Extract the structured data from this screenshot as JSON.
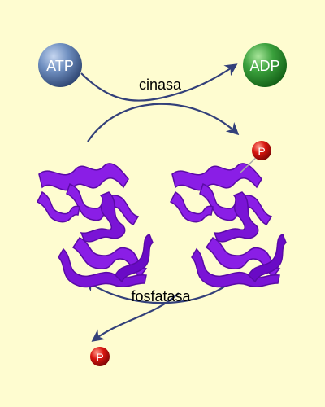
{
  "diagram": {
    "nodes": {
      "atp": "ATP",
      "adp": "ADP",
      "phosphate_attached": "P",
      "phosphate_released": "P"
    },
    "labels": {
      "kinase": "cinasa",
      "phosphatase": "fosfatasa"
    }
  },
  "colors": {
    "background": "#fefcd0",
    "arrow": "#33407a",
    "protein": "#8a1ee6",
    "protein_shade": "#5a0aa6",
    "atp_sphere": "#5a78a8",
    "adp_sphere": "#2e8c30",
    "phosphate_sphere": "#c40f0f"
  }
}
